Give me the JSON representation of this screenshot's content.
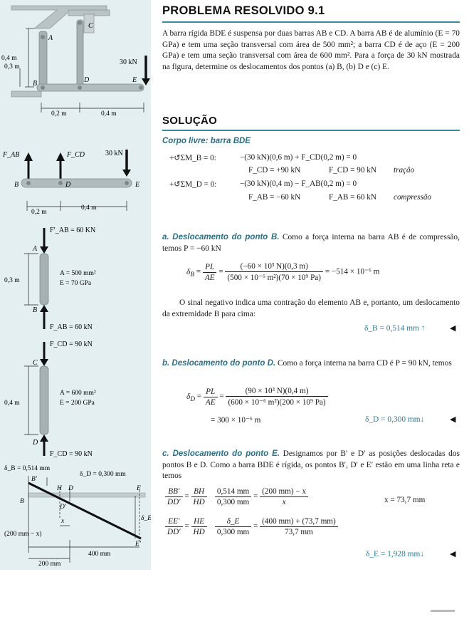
{
  "title": "PROBLEMA RESOLVIDO 9.1",
  "problem_text": "A barra rígida BDE é suspensa por duas barras AB e CD. A barra AB é de alumínio (E = 70 GPa) e tem uma seção transversal com área de 500 mm²; a barra CD é de aço (E = 200 GPa) e tem uma seção transversal com área de 600 mm². Para a força de 30 kN mostrada na figura, determine os deslocamentos dos pontos (a) B, (b) D e (c) E.",
  "solution_heading": "SOLUÇÃO",
  "free_body": {
    "heading": "Corpo livre: barra BDE",
    "eq1_label": "+↺ΣM_B = 0:",
    "eq1": "−(30 kN)(0,6 m) + F_CD(0,2 m) = 0",
    "eq1_r1": "F_CD = +90 kN",
    "eq1_r2": "F_CD = 90 kN",
    "eq1_note": "tração",
    "eq2_label": "+↺ΣM_D = 0:",
    "eq2": "−(30 kN)(0,4 m) − F_AB(0,2 m) = 0",
    "eq2_r1": "F_AB = −60 kN",
    "eq2_r2": "F_AB = 60 kN",
    "eq2_note": "compressão"
  },
  "part_a": {
    "heading": "a. Deslocamento do ponto B.",
    "text": "Como a força interna na barra AB é de compressão, temos P = −60 kN",
    "numerator": "(−60 × 10³ N)(0,3 m)",
    "denominator": "(500 × 10⁻⁶ m²)(70 × 10⁹ Pa)",
    "value": "= −514 × 10⁻⁶ m",
    "note": "O sinal negativo indica uma contração do elemento AB e, portanto, um deslocamento da extremidade B para cima:",
    "result": "δ_B = 0,514 mm ↑"
  },
  "part_b": {
    "heading": "b. Deslocamento do ponto D.",
    "text": "Como a força interna na barra CD é P = 90 kN, temos",
    "numerator": "(90 × 10³ N)(0,4 m)",
    "denominator": "(600 × 10⁻⁶ m²)(200 × 10⁹ Pa)",
    "value": "= 300 × 10⁻⁶ m",
    "result": "δ_D = 0,300 mm↓"
  },
  "part_c": {
    "heading": "c. Deslocamento do ponto E.",
    "text": "Designamos por B′ e D′ as posições deslocadas dos pontos B e D. Como a barra BDE é rígida, os pontos B′, D′ e E′ estão em uma linha reta e temos",
    "r1_n1": "BB′",
    "r1_d1": "DD′",
    "r1_n2": "BH",
    "r1_d2": "HD",
    "r1_n3": "0,514 mm",
    "r1_d3": "0,300 mm",
    "r1_n4": "(200 mm) − x",
    "r1_d4": "x",
    "r1_result": "x = 73,7 mm",
    "r2_n1": "EE′",
    "r2_d1": "DD′",
    "r2_n2": "HE",
    "r2_d2": "HD",
    "r2_n3": "δ_E",
    "r2_d3": "0,300 mm",
    "r2_n4": "(400 mm) + (73,7 mm)",
    "r2_d4": "73,7 mm",
    "result": "δ_E = 1,928 mm↓"
  },
  "fig1": {
    "labels": {
      "C": "C",
      "A": "A",
      "B": "B",
      "D": "D",
      "E": "E",
      "load": "30 kN",
      "h1": "0,4 m",
      "h2": "0,3 m",
      "d1": "0,2 m",
      "d2": "0,4 m"
    }
  },
  "fig2": {
    "labels": {
      "FAB": "F_AB",
      "FCD": "F_CD",
      "load": "30 kN",
      "B": "B",
      "D": "D",
      "E": "E",
      "d1": "0,2 m",
      "d2": "0,4 m"
    }
  },
  "fig3": {
    "labels": {
      "top": "F′_AB = 60 KN",
      "A": "A",
      "B": "B",
      "len": "0,3 m",
      "area": "A = 500 mm²",
      "mod": "E = 70 GPa",
      "bot": "F_AB = 60 kN"
    }
  },
  "fig4": {
    "labels": {
      "top": "F_CD = 90 kN",
      "C": "C",
      "D": "D",
      "len": "0,4 m",
      "area": "A = 600 mm²",
      "mod": "E = 200 GPa",
      "bot": "F_CD = 90 kN"
    }
  },
  "fig5": {
    "labels": {
      "dB": "δ_B = 0,514 mm",
      "dD": "δ_D = 0,300 mm",
      "Bp": "B′",
      "H": "H",
      "D": "D",
      "E": "E",
      "B": "B",
      "Dp": "D′",
      "x": "x",
      "dE": "δ_E",
      "Ep": "E′",
      "seg": "(200 mm − x)",
      "L400": "400 mm",
      "L200": "200 mm"
    }
  }
}
